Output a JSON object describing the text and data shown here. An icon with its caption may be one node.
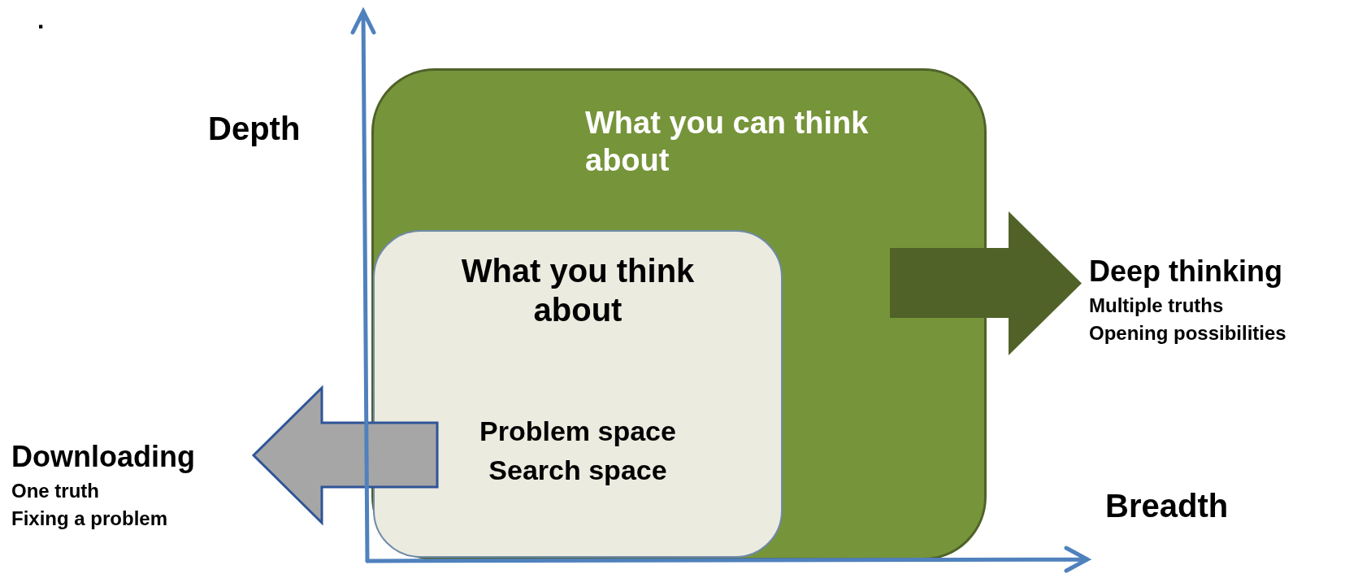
{
  "diagram": {
    "nodes": [
      {
        "text": [
          "What you can think about"
        ]
      },
      {
        "text": [
          "What you think about",
          "Problem space Search space"
        ],
        "in": 0
      },
      {
        "text": [
          "Deep thinking",
          "Multiple truths",
          "Opening possibilities"
        ]
      },
      {
        "text": [
          "Downloading",
          "One truth",
          "Fixing a problem"
        ]
      }
    ],
    "edges": [
      {
        "from": 0,
        "to": 2,
        "arrow": "to",
        "style": "thick",
        "color": "#506228"
      },
      {
        "from": 1,
        "to": 3,
        "arrow": "to",
        "style": "thick",
        "color": "#a6a6a6"
      }
    ],
    "labels": [
      ".",
      "Depth",
      "Breadth"
    ]
  }
}
